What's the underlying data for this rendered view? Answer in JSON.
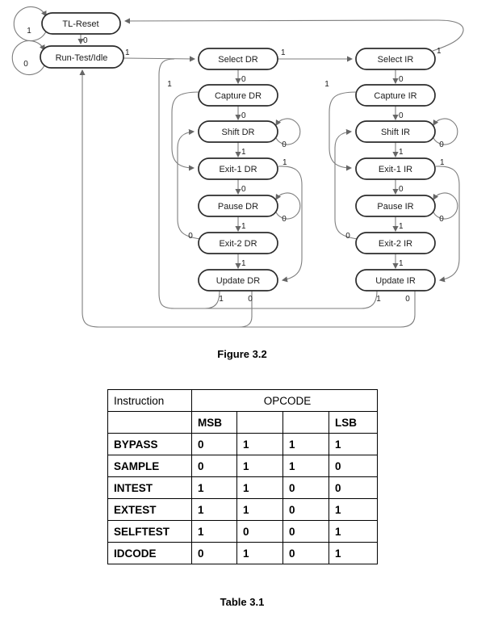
{
  "figure": {
    "caption": "Figure 3.2",
    "states": [
      {
        "id": "tl-reset",
        "label": "TL-Reset"
      },
      {
        "id": "run-test-idle",
        "label": "Run-Test/Idle"
      },
      {
        "id": "select-dr",
        "label": "Select DR"
      },
      {
        "id": "capture-dr",
        "label": "Capture DR"
      },
      {
        "id": "shift-dr",
        "label": "Shift DR"
      },
      {
        "id": "exit1-dr",
        "label": "Exit-1 DR"
      },
      {
        "id": "pause-dr",
        "label": "Pause DR"
      },
      {
        "id": "exit2-dr",
        "label": "Exit-2 DR"
      },
      {
        "id": "update-dr",
        "label": "Update DR"
      },
      {
        "id": "select-ir",
        "label": "Select IR"
      },
      {
        "id": "capture-ir",
        "label": "Capture IR"
      },
      {
        "id": "shift-ir",
        "label": "Shift IR"
      },
      {
        "id": "exit1-ir",
        "label": "Exit-1 IR"
      },
      {
        "id": "pause-ir",
        "label": "Pause IR"
      },
      {
        "id": "exit2-ir",
        "label": "Exit-2 IR"
      },
      {
        "id": "update-ir",
        "label": "Update IR"
      }
    ],
    "transitions": [
      {
        "from": "TL-Reset",
        "to": "TL-Reset",
        "tms": "1"
      },
      {
        "from": "TL-Reset",
        "to": "Run-Test/Idle",
        "tms": "0"
      },
      {
        "from": "Run-Test/Idle",
        "to": "Run-Test/Idle",
        "tms": "0"
      },
      {
        "from": "Run-Test/Idle",
        "to": "Select DR",
        "tms": "1"
      },
      {
        "from": "Select DR",
        "to": "Select IR",
        "tms": "1"
      },
      {
        "from": "Select IR",
        "to": "TL-Reset",
        "tms": "1"
      },
      {
        "from": "Select DR",
        "to": "Capture DR",
        "tms": "0"
      },
      {
        "from": "Capture DR",
        "to": "Exit-1 DR",
        "tms": "1"
      },
      {
        "from": "Capture DR",
        "to": "Shift DR",
        "tms": "0"
      },
      {
        "from": "Shift DR",
        "to": "Shift DR",
        "tms": "0"
      },
      {
        "from": "Shift DR",
        "to": "Exit-1 DR",
        "tms": "1"
      },
      {
        "from": "Exit-1 DR",
        "to": "Update DR",
        "tms": "1"
      },
      {
        "from": "Exit-1 DR",
        "to": "Pause DR",
        "tms": "0"
      },
      {
        "from": "Pause DR",
        "to": "Pause DR",
        "tms": "0"
      },
      {
        "from": "Pause DR",
        "to": "Exit-2 DR",
        "tms": "1"
      },
      {
        "from": "Exit-2 DR",
        "to": "Shift DR",
        "tms": "0"
      },
      {
        "from": "Exit-2 DR",
        "to": "Update DR",
        "tms": "1"
      },
      {
        "from": "Update DR",
        "to": "Select DR",
        "tms": "1"
      },
      {
        "from": "Update DR",
        "to": "Run-Test/Idle",
        "tms": "0"
      },
      {
        "from": "Select IR",
        "to": "Capture IR",
        "tms": "0"
      },
      {
        "from": "Capture IR",
        "to": "Exit-1 IR",
        "tms": "1"
      },
      {
        "from": "Capture IR",
        "to": "Shift IR",
        "tms": "0"
      },
      {
        "from": "Shift IR",
        "to": "Shift IR",
        "tms": "0"
      },
      {
        "from": "Shift IR",
        "to": "Exit-1 IR",
        "tms": "1"
      },
      {
        "from": "Exit-1 IR",
        "to": "Update IR",
        "tms": "1"
      },
      {
        "from": "Exit-1 IR",
        "to": "Pause IR",
        "tms": "0"
      },
      {
        "from": "Pause IR",
        "to": "Pause IR",
        "tms": "0"
      },
      {
        "from": "Pause IR",
        "to": "Exit-2 IR",
        "tms": "1"
      },
      {
        "from": "Exit-2 IR",
        "to": "Shift IR",
        "tms": "0"
      },
      {
        "from": "Exit-2 IR",
        "to": "Update IR",
        "tms": "1"
      },
      {
        "from": "Update IR",
        "to": "Select DR",
        "tms": "1"
      },
      {
        "from": "Update IR",
        "to": "Run-Test/Idle",
        "tms": "0"
      }
    ]
  },
  "table": {
    "caption": "Table 3.1",
    "header": {
      "instruction": "Instruction",
      "opcode": "OPCODE",
      "sub": [
        "MSB",
        "",
        "",
        "LSB"
      ]
    },
    "rows": [
      {
        "name": "BYPASS",
        "bits": [
          "0",
          "1",
          "1",
          "1"
        ]
      },
      {
        "name": "SAMPLE",
        "bits": [
          "0",
          "1",
          "1",
          "0"
        ]
      },
      {
        "name": "INTEST",
        "bits": [
          "1",
          "1",
          "0",
          "0"
        ]
      },
      {
        "name": "EXTEST",
        "bits": [
          "1",
          "1",
          "0",
          "1"
        ]
      },
      {
        "name": "SELFTEST",
        "bits": [
          "1",
          "0",
          "0",
          "1"
        ]
      },
      {
        "name": "IDCODE",
        "bits": [
          "0",
          "1",
          "0",
          "1"
        ]
      }
    ]
  }
}
